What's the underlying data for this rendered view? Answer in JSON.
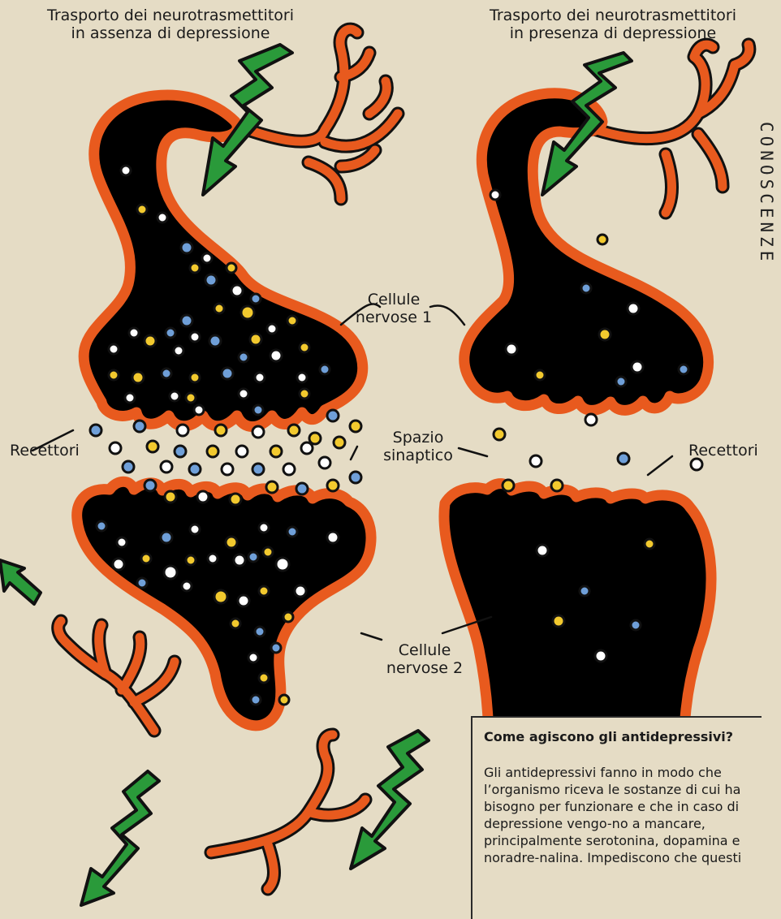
{
  "colors": {
    "background": "#e5dcc5",
    "membrane": "#e85a1e",
    "cell_interior": "#000000",
    "signal_arrow": "#2a9a3a",
    "serotonin": "#f2c92e",
    "dopamine": "#6f9fd8",
    "noradrenaline": "#ffffff"
  },
  "icons": [
    "lightning-arrow-icon",
    "dendrite-icon",
    "neurotransmitter-dot-icon"
  ],
  "titles": {
    "left": [
      "Trasporto dei neurotrasmettitori",
      "in assenza di depressione"
    ],
    "right": [
      "Trasporto dei neurotrasmettitori",
      "in presenza di depressione"
    ]
  },
  "labels": {
    "cells1": [
      "Cellule",
      "nervose 1"
    ],
    "cells2": [
      "Cellule",
      "nervose 2"
    ],
    "gap": [
      "Spazio",
      "sinaptico"
    ],
    "receptors_left": "Recettori",
    "receptors_right": "Recettori"
  },
  "side_label": "CONOSCENZE",
  "info_box": {
    "heading": "Come agiscono gli antidepressivi?",
    "body": "Gli antidepressivi fanno in modo che l’organismo riceva le sostanze di cui ha bisogno per funzionare e che in caso di depressione vengo-no a mancare, principalmente serotonina, dopamina e noradre-nalina. Impediscono che questi"
  }
}
